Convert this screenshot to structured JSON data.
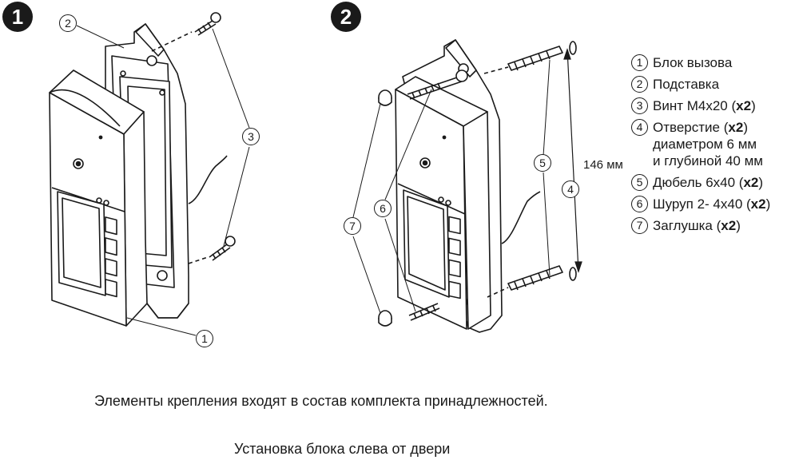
{
  "steps": {
    "step1": "1",
    "step2": "2"
  },
  "legend": [
    {
      "n": "1",
      "lines": [
        "Блок вызова"
      ],
      "qty": ""
    },
    {
      "n": "2",
      "lines": [
        "Подставка"
      ],
      "qty": ""
    },
    {
      "n": "3",
      "lines": [
        "Винт М4х20 ("
      ],
      "qty": "x2",
      "tail": ")"
    },
    {
      "n": "4",
      "lines": [
        "Отверстие (",
        "диаметром 6 мм",
        "и глубиной 40 мм"
      ],
      "qty": "x2",
      "tail": ")"
    },
    {
      "n": "5",
      "lines": [
        "Дюбель 6х40 ("
      ],
      "qty": "x2",
      "tail": ")"
    },
    {
      "n": "6",
      "lines": [
        "Шуруп 2- 4х40 ("
      ],
      "qty": "x2",
      "tail": ")"
    },
    {
      "n": "7",
      "lines": [
        "Заглушка ("
      ],
      "qty": "x2",
      "tail": ")"
    }
  ],
  "callouts": {
    "c1": "1",
    "c2": "2",
    "c3": "3",
    "c4": "4",
    "c5": "5",
    "c6": "6",
    "c7": "7"
  },
  "dimension": "146 мм",
  "captions": {
    "note": "Элементы крепления входят в состав комплекта принадлежностей.",
    "title": "Установка блока слева от двери"
  }
}
